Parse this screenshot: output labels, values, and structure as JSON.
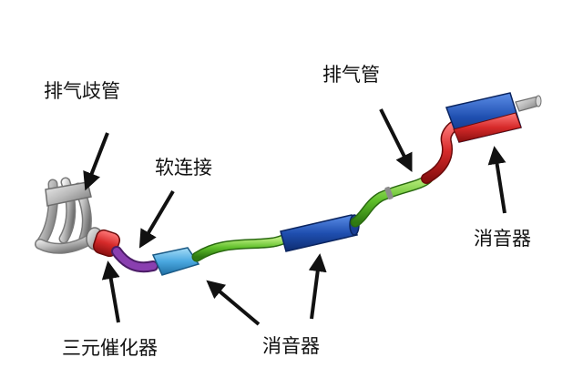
{
  "labels": {
    "manifold": "排气歧管",
    "flex_joint": "软连接",
    "exhaust_pipe": "排气管",
    "catalytic_converter": "三元催化器",
    "muffler_middle": "消音器",
    "muffler_rear": "消音器"
  },
  "colors": {
    "pipe_green": "#5fbf2a",
    "pipe_red": "#d62a2a",
    "flex_purple": "#8a3fb0",
    "converter_red": "#c81e1e",
    "muffler_blue": "#1f4fb0",
    "resonator_cyan": "#4aa8e0",
    "manifold_gray": "#b9b9b9",
    "arrow": "#111111"
  }
}
